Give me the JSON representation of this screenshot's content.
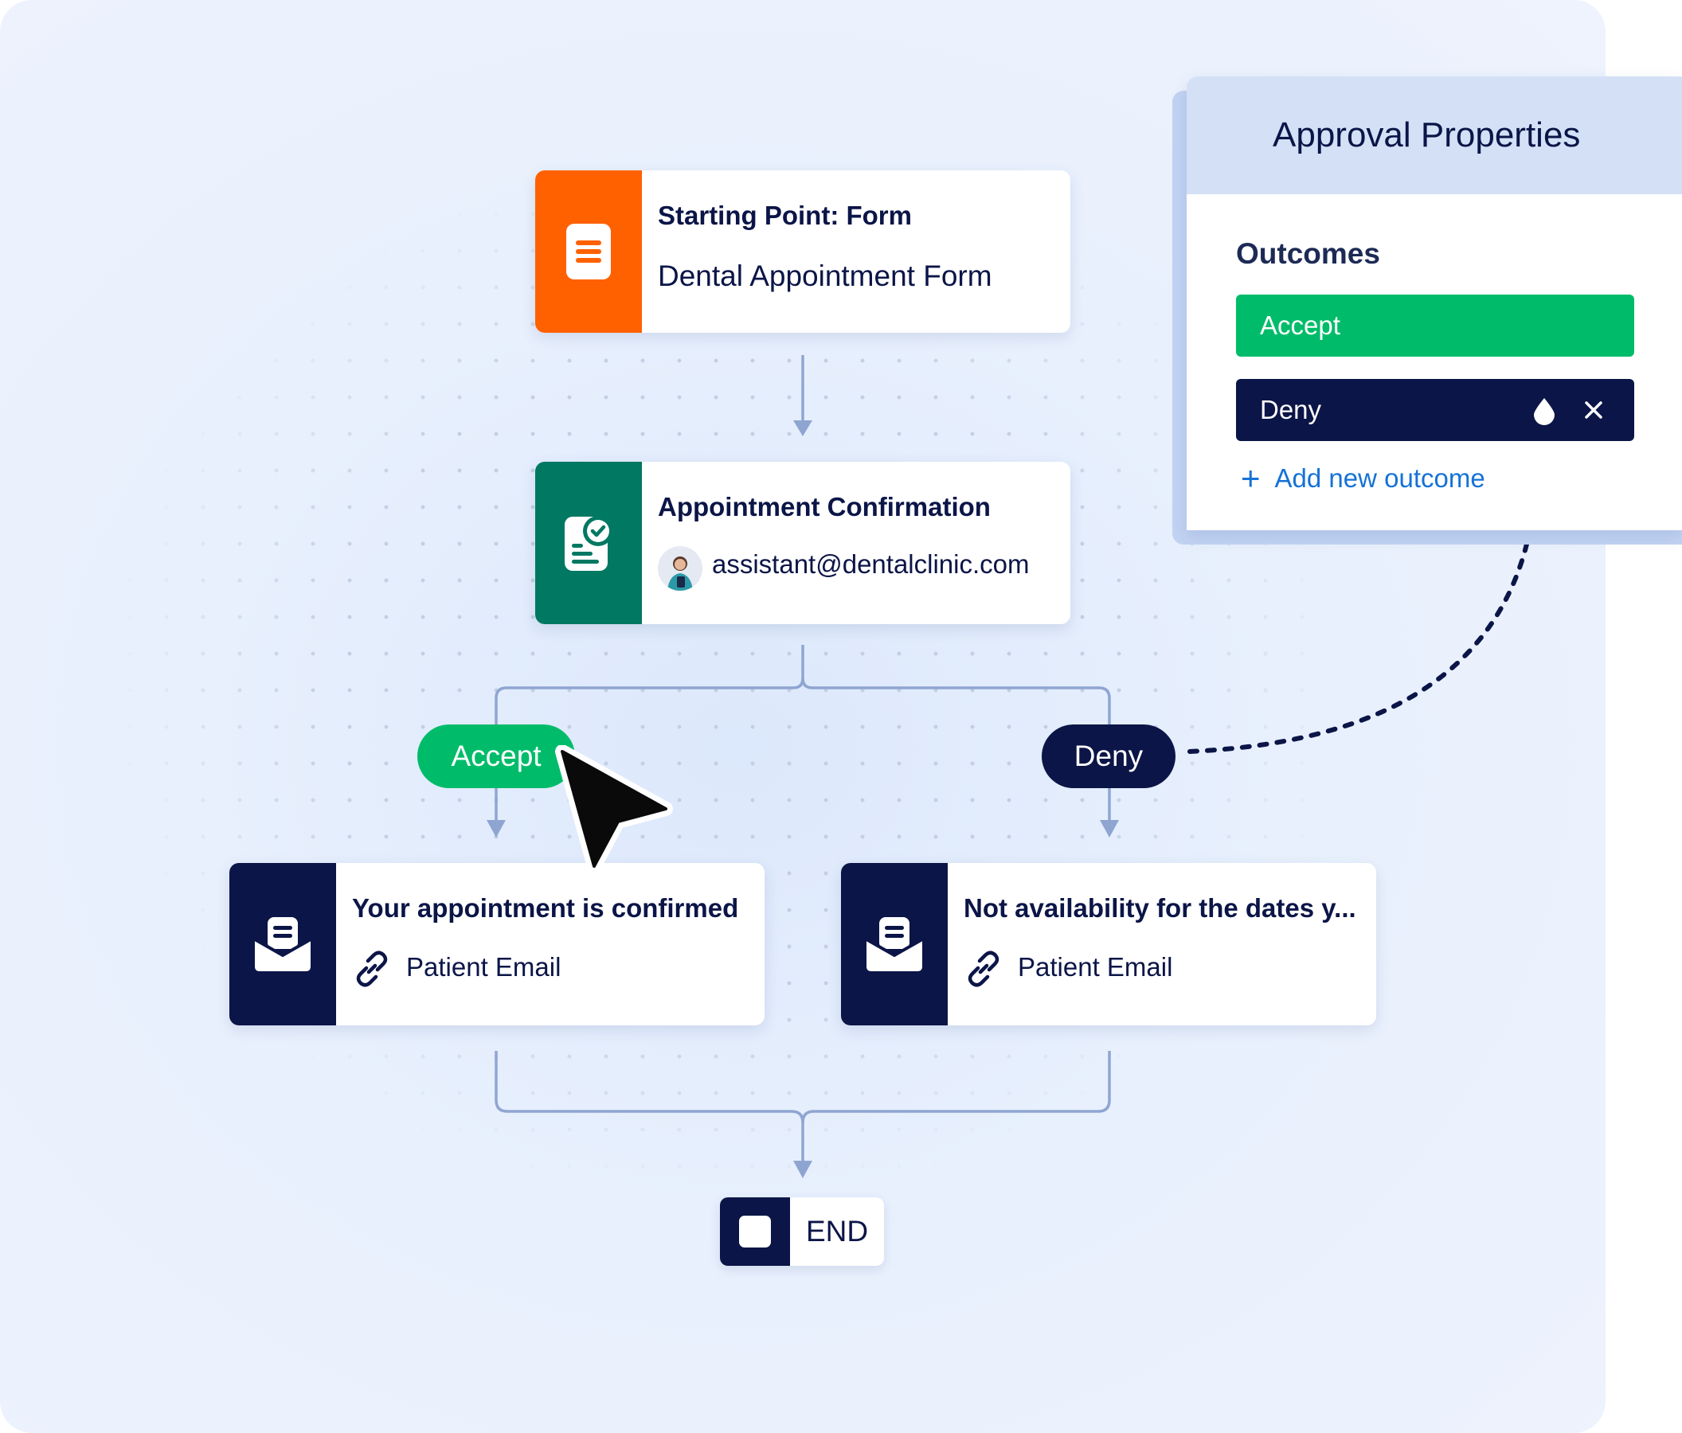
{
  "flow": {
    "start": {
      "title": "Starting Point: Form",
      "subtitle": "Dental Appointment Form",
      "icon": "form-icon",
      "color": "#ff6100"
    },
    "approval": {
      "title": "Appointment Confirmation",
      "assignee": "assistant@dentalclinic.com",
      "icon": "approval-icon",
      "color": "#007862"
    },
    "branches": {
      "accept": {
        "label": "Accept",
        "color": "#00bc6a"
      },
      "deny": {
        "label": "Deny",
        "color": "#0b1547"
      }
    },
    "email_accept": {
      "title": "Your appointment is confirmed",
      "recipient": "Patient Email",
      "icon": "email-icon"
    },
    "email_deny": {
      "title": "Not availability for the dates y...",
      "recipient": "Patient Email",
      "icon": "email-icon"
    },
    "end": {
      "label": "END"
    }
  },
  "panel": {
    "title": "Approval Properties",
    "outcomes_label": "Outcomes",
    "outcomes": [
      {
        "label": "Accept",
        "color": "#00bc6a"
      },
      {
        "label": "Deny",
        "color": "#0b1547"
      }
    ],
    "add_new": "Add new outcome"
  },
  "colors": {
    "accent": "#1572d6",
    "navy": "#0b1547",
    "connector": "#8fa5d1"
  }
}
